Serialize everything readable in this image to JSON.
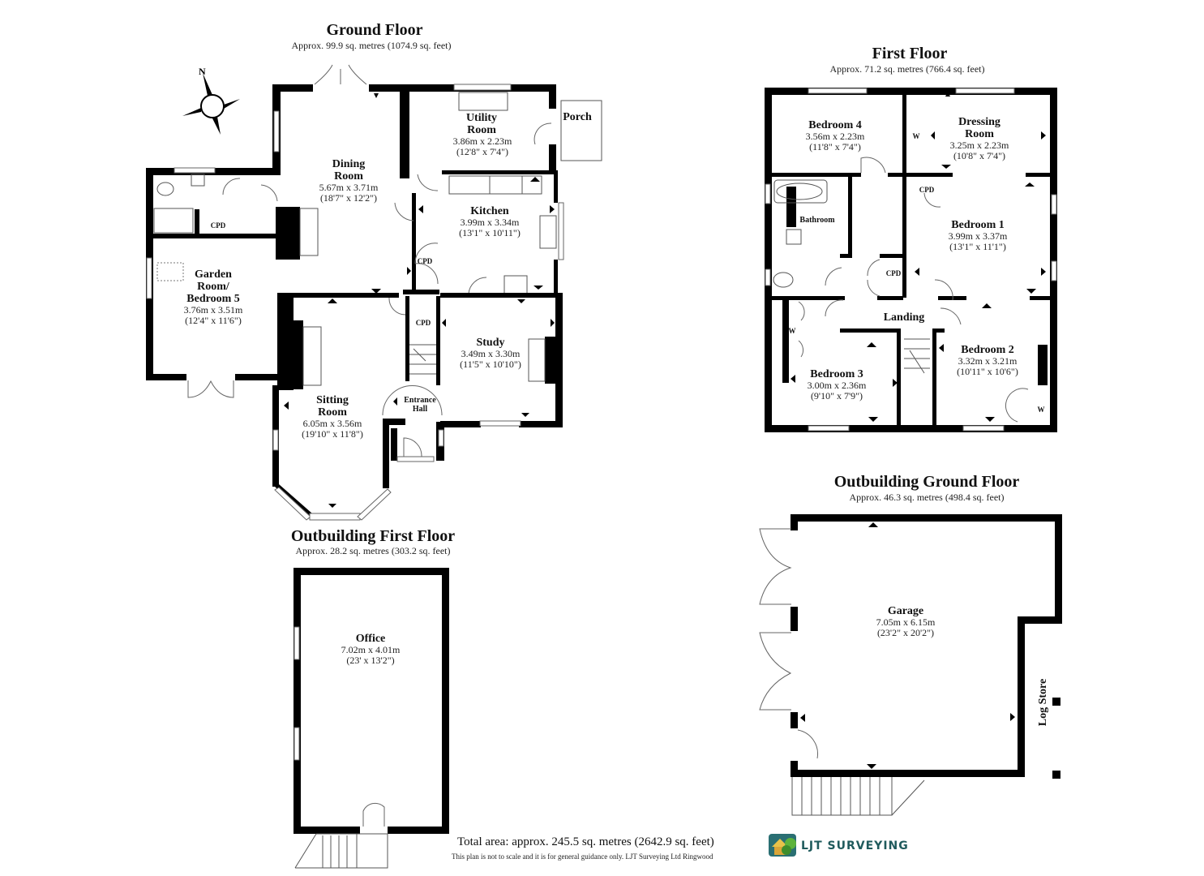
{
  "floors": {
    "ground": {
      "title": "Ground Floor",
      "area": "Approx. 99.9 sq. metres (1074.9 sq. feet)",
      "rooms": {
        "dining": {
          "name1": "Dining",
          "name2": "Room",
          "metric": "5.67m x 3.71m",
          "imperial": "(18'7\" x 12'2\")"
        },
        "utility": {
          "name1": "Utility",
          "name2": "Room",
          "metric": "3.86m x 2.23m",
          "imperial": "(12'8\" x 7'4\")"
        },
        "porch": {
          "name": "Porch"
        },
        "kitchen": {
          "name": "Kitchen",
          "metric": "3.99m x 3.34m",
          "imperial": "(13'1\" x 10'11\")"
        },
        "garden": {
          "name1": "Garden",
          "name2": "Room/",
          "name3": "Bedroom 5",
          "metric": "3.76m x 3.51m",
          "imperial": "(12'4\" x 11'6\")"
        },
        "sitting": {
          "name1": "Sitting",
          "name2": "Room",
          "metric": "6.05m x 3.56m",
          "imperial": "(19'10\" x 11'8\")"
        },
        "study": {
          "name": "Study",
          "metric": "3.49m x 3.30m",
          "imperial": "(11'5\" x 10'10\")"
        },
        "entrance": {
          "name1": "Entrance",
          "name2": "Hall"
        }
      },
      "labels": {
        "cpd1": "CPD",
        "cpd2": "CPD",
        "cpd3": "CPD"
      }
    },
    "first": {
      "title": "First Floor",
      "area": "Approx. 71.2 sq. metres (766.4 sq. feet)",
      "rooms": {
        "bed4": {
          "name": "Bedroom 4",
          "metric": "3.56m x 2.23m",
          "imperial": "(11'8\" x 7'4\")"
        },
        "dressing": {
          "name1": "Dressing",
          "name2": "Room",
          "metric": "3.25m x 2.23m",
          "imperial": "(10'8\" x 7'4\")"
        },
        "bathroom": {
          "name": "Bathroom"
        },
        "bed1": {
          "name": "Bedroom 1",
          "metric": "3.99m x 3.37m",
          "imperial": "(13'1\" x 11'1\")"
        },
        "landing": {
          "name": "Landing"
        },
        "bed3": {
          "name": "Bedroom 3",
          "metric": "3.00m x 2.36m",
          "imperial": "(9'10\" x 7'9\")"
        },
        "bed2": {
          "name": "Bedroom 2",
          "metric": "3.32m x 3.21m",
          "imperial": "(10'11\" x 10'6\")"
        }
      },
      "labels": {
        "cpd1": "CPD",
        "cpd2": "CPD",
        "w1": "W",
        "w2": "W",
        "w3": "W"
      }
    },
    "out_first": {
      "title": "Outbuilding First Floor",
      "area": "Approx. 28.2 sq. metres (303.2 sq. feet)",
      "rooms": {
        "office": {
          "name": "Office",
          "metric": "7.02m x 4.01m",
          "imperial": "(23' x 13'2\")"
        }
      }
    },
    "out_ground": {
      "title": "Outbuilding Ground Floor",
      "area": "Approx. 46.3 sq. metres (498.4 sq. feet)",
      "rooms": {
        "garage": {
          "name": "Garage",
          "metric": "7.05m x 6.15m",
          "imperial": "(23'2\" x 20'2\")"
        },
        "logstore": {
          "name": "Log Store"
        }
      }
    }
  },
  "compass": {
    "label": "N"
  },
  "footer": {
    "total": "Total area: approx. 245.5 sq. metres (2642.9 sq. feet)",
    "disclaimer": "This plan is not to scale and it is for general guidance only. LJT Surveying Ltd Ringwood",
    "brand": "LJT SURVEYING",
    "brand_color": "#1f5a5c"
  }
}
